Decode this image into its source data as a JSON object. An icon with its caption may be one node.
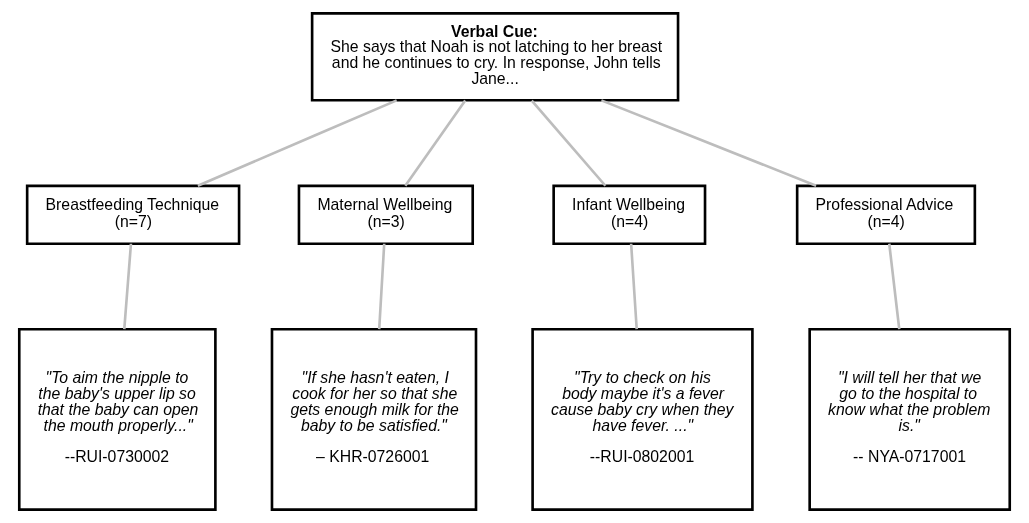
{
  "diagram": {
    "nodes": [
      {
        "text": [
          "Verbal Cue:",
          "She says that Noah is not latching to her breast and he continues to cry. In response, John tells Jane..."
        ]
      },
      {
        "text": [
          "Breastfeeding Technique",
          "(n=7)"
        ]
      },
      {
        "text": [
          "Maternal Wellbeing",
          "(n=3)"
        ]
      },
      {
        "text": [
          "Infant Wellbeing",
          "(n=4)"
        ]
      },
      {
        "text": [
          "Professional Advice",
          "(n=4)"
        ]
      },
      {
        "text": [
          "\"To aim the nipple to the baby's upper lip so that the baby can open the mouth properly...\"",
          "--RUI-0730002"
        ]
      },
      {
        "text": [
          "\"If she hasn't eaten, I cook for her so that she gets enough milk for the baby to be satisfied.\"",
          "– KHR-0726001"
        ]
      },
      {
        "text": [
          "\"Try to check on his body maybe it's a fever cause baby cry when they have fever. ...\"",
          "--RUI-0802001"
        ]
      },
      {
        "text": [
          "\"I will tell her that we go to the hospital to  know what the problem is.\"",
          "-- NYA-0717001"
        ]
      }
    ],
    "edges": [
      {
        "from": 0,
        "to": 1,
        "arrow": "none"
      },
      {
        "from": 0,
        "to": 2,
        "arrow": "none"
      },
      {
        "from": 0,
        "to": 3,
        "arrow": "none"
      },
      {
        "from": 0,
        "to": 4,
        "arrow": "none"
      },
      {
        "from": 1,
        "to": 5,
        "arrow": "none"
      },
      {
        "from": 2,
        "to": 6,
        "arrow": "none"
      },
      {
        "from": 3,
        "to": 7,
        "arrow": "none"
      },
      {
        "from": 4,
        "to": 8,
        "arrow": "none"
      }
    ]
  }
}
